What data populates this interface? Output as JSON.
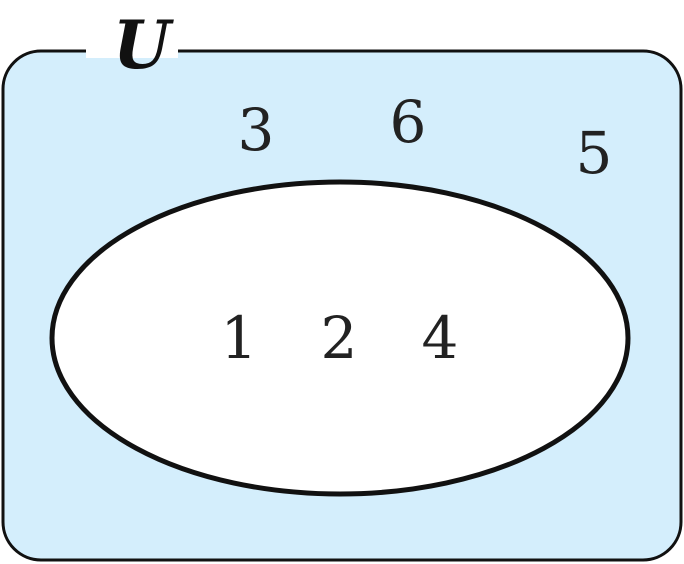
{
  "diagram": {
    "universal_label": "U",
    "outside_elements": [
      "3",
      "6",
      "5"
    ],
    "inside_elements": [
      "1",
      "2",
      "4"
    ],
    "colors": {
      "universal_fill": "#d4eefc",
      "set_fill": "#ffffff",
      "stroke": "#111111"
    }
  }
}
